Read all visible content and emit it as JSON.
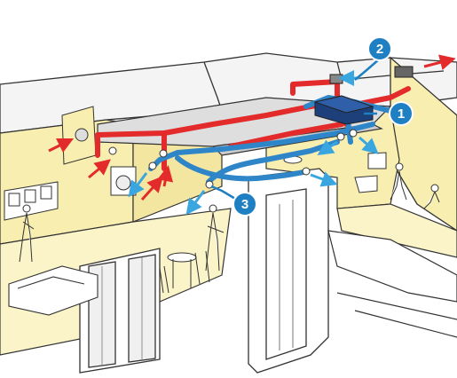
{
  "diagram": {
    "callouts": [
      {
        "label": "1",
        "color": "#1f7fc3"
      },
      {
        "label": "2",
        "color": "#1f7fc3"
      },
      {
        "label": "3",
        "color": "#1f7fc3"
      }
    ],
    "colors": {
      "supply_duct": "#e32b2b",
      "extract_duct": "#2e86c8",
      "wall_fill": "#f7eeb0",
      "floor_fill": "#ffffff",
      "roof_fill": "#e8e8e8",
      "outline": "#333333"
    },
    "icons": [
      "ventilation-unit-icon",
      "roof-outlet-icon",
      "extract-grille-icon",
      "air-inlet-icon"
    ]
  }
}
